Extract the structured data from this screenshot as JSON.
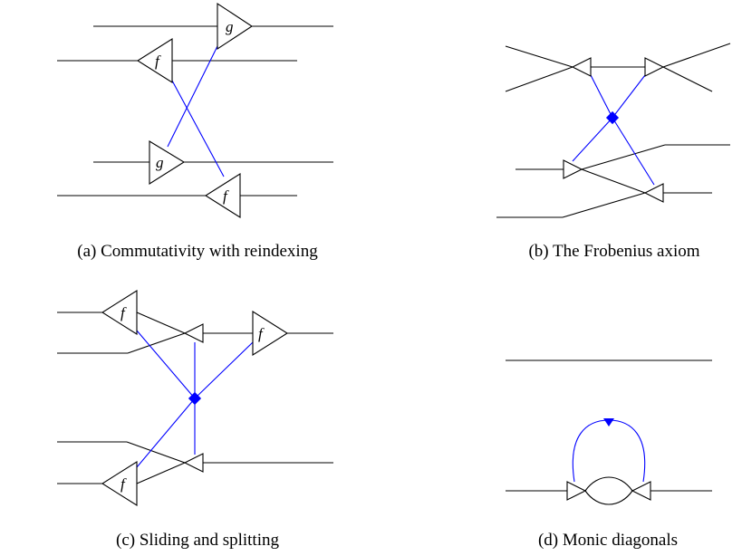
{
  "labels": {
    "f": "f",
    "g": "g"
  },
  "captions": {
    "a": "(a) Commutativity with reindexing",
    "b": "(b) The Frobenius axiom",
    "c": "(c) Sliding and splitting",
    "d": "(d) Monic diagonals"
  },
  "colors": {
    "wire": "#000000",
    "blue_wire": "#0000ff",
    "dot": "#0000ff"
  }
}
